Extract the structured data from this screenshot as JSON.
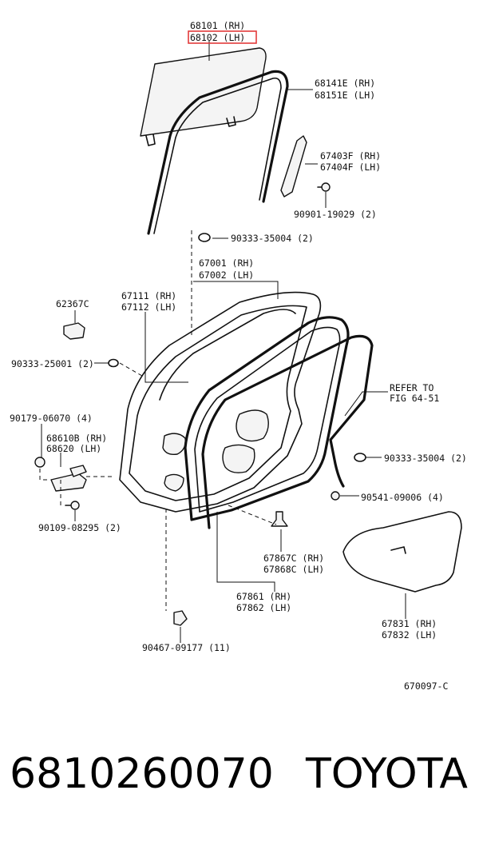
{
  "labels": {
    "glass_rh": "68101 (RH)",
    "glass_lh": "68102 (LH)",
    "run_rh": "68141E (RH)",
    "run_lh": "68151E (LH)",
    "channel_rh": "67403F (RH)",
    "channel_lh": "67404F (LH)",
    "bolt_channel": "90901-19029 (2)",
    "clip_top": "90333-35004 (2)",
    "panel_rh": "67001 (RH)",
    "panel_lh": "67002 (LH)",
    "seal_rh": "67111 (RH)",
    "seal_lh": "67112 (LH)",
    "stopper": "62367C",
    "clip_left": "90333-25001 (2)",
    "bolt_hinge": "90179-06070 (4)",
    "hinge_rh": "68610B (RH)",
    "hinge_lh": "68620 (LH)",
    "bolt_hinge2": "90109-08295 (2)",
    "refer_1": "REFER TO",
    "refer_2": "FIG 64-51",
    "clip_right": "90333-35004 (2)",
    "screw_right": "90541-09006 (4)",
    "clip_trim_rh": "67867C (RH)",
    "clip_trim_lh": "67868C (LH)",
    "weather_rh": "67861 (RH)",
    "weather_lh": "67862 (LH)",
    "film_rh": "67831 (RH)",
    "film_lh": "67832 (LH)",
    "bolt_bottom": "90467-09177 (11)",
    "figure_code": "670097-C"
  },
  "footer": {
    "part_number": "6810260070",
    "brand": "TOYOTA"
  },
  "colors": {
    "highlight": "#e23b3b",
    "ink": "#111111"
  }
}
